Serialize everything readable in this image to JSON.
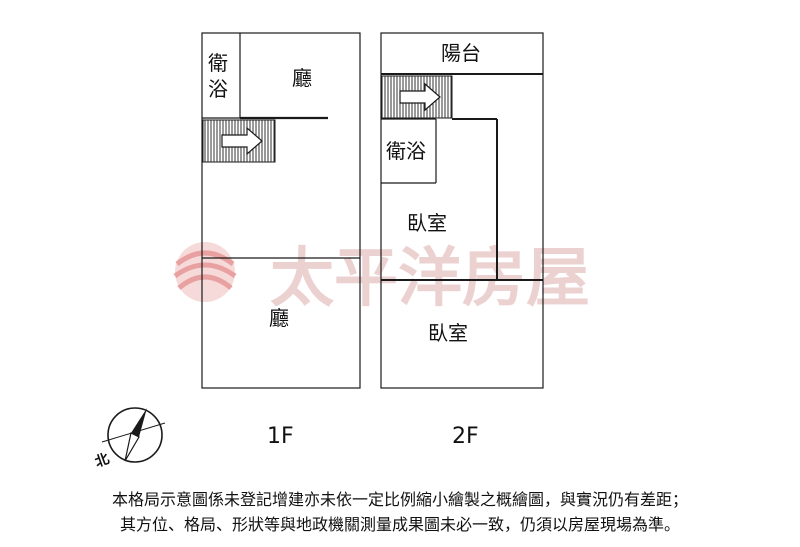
{
  "floors": {
    "first": {
      "label": "1F",
      "rooms": {
        "bath": "衛浴",
        "hall_top": "廳",
        "hall_bottom": "廳"
      }
    },
    "second": {
      "label": "2F",
      "rooms": {
        "balcony": "陽台",
        "bath": "衛浴",
        "bedroom_1": "臥室",
        "bedroom_2": "臥室"
      }
    }
  },
  "watermark": {
    "brand": "太平洋房屋"
  },
  "compass": {
    "north_label": "北"
  },
  "disclaimer": {
    "line1": "本格局示意圖係未登記增建亦未依一定比例縮小繪製之概繪圖，與實況仍有差距；",
    "line2": "其方位、格局、形狀等與地政機關測量成果圖未必一致，仍須以房屋現場為準。"
  },
  "colors": {
    "wall": "#1a1a1a",
    "watermark": "#e9c9c9",
    "logo": "#e8a0a0"
  },
  "icons": {
    "stairs": "stairs-arrow-icon",
    "compass": "compass-icon",
    "logo": "brand-logo-icon"
  }
}
